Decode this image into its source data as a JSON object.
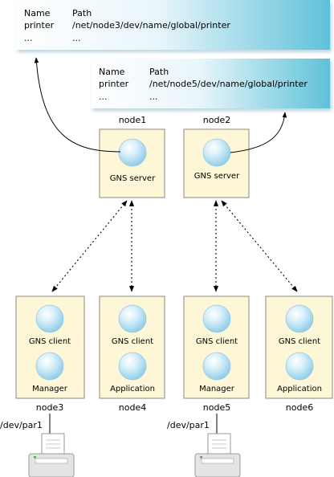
{
  "tables": [
    {
      "id": "table1",
      "header": [
        "Name",
        "Path"
      ],
      "rows": [
        [
          "printer",
          "/net/node3/dev/name/global/printer"
        ],
        [
          "...",
          "..."
        ]
      ]
    },
    {
      "id": "table2",
      "header": [
        "Name",
        "Path"
      ],
      "rows": [
        [
          "printer",
          "/net/node5/dev/name/global/printer"
        ],
        [
          "...",
          "..."
        ]
      ]
    }
  ],
  "servers": [
    {
      "id": "node1",
      "label": "node1",
      "component": "GNS server"
    },
    {
      "id": "node2",
      "label": "node2",
      "component": "GNS server"
    }
  ],
  "clients": [
    {
      "id": "node3",
      "label": "node3",
      "components": [
        "GNS client",
        "Manager"
      ]
    },
    {
      "id": "node4",
      "label": "node4",
      "components": [
        "GNS client",
        "Application"
      ]
    },
    {
      "id": "node5",
      "label": "node5",
      "components": [
        "GNS client",
        "Manager"
      ]
    },
    {
      "id": "node6",
      "label": "node6",
      "components": [
        "GNS client",
        "Application"
      ]
    }
  ],
  "devices": [
    {
      "id": "printer-node3",
      "path": "/dev/par1"
    },
    {
      "id": "printer-node5",
      "path": "/dev/par1"
    }
  ],
  "colors": {
    "node_fill": "#fdf7d8",
    "table_gradient_start": "#ffffff",
    "table_gradient_end": "#5fc1d9",
    "sphere_light": "#e8f6fd",
    "sphere_dark": "#8ccbe8"
  }
}
